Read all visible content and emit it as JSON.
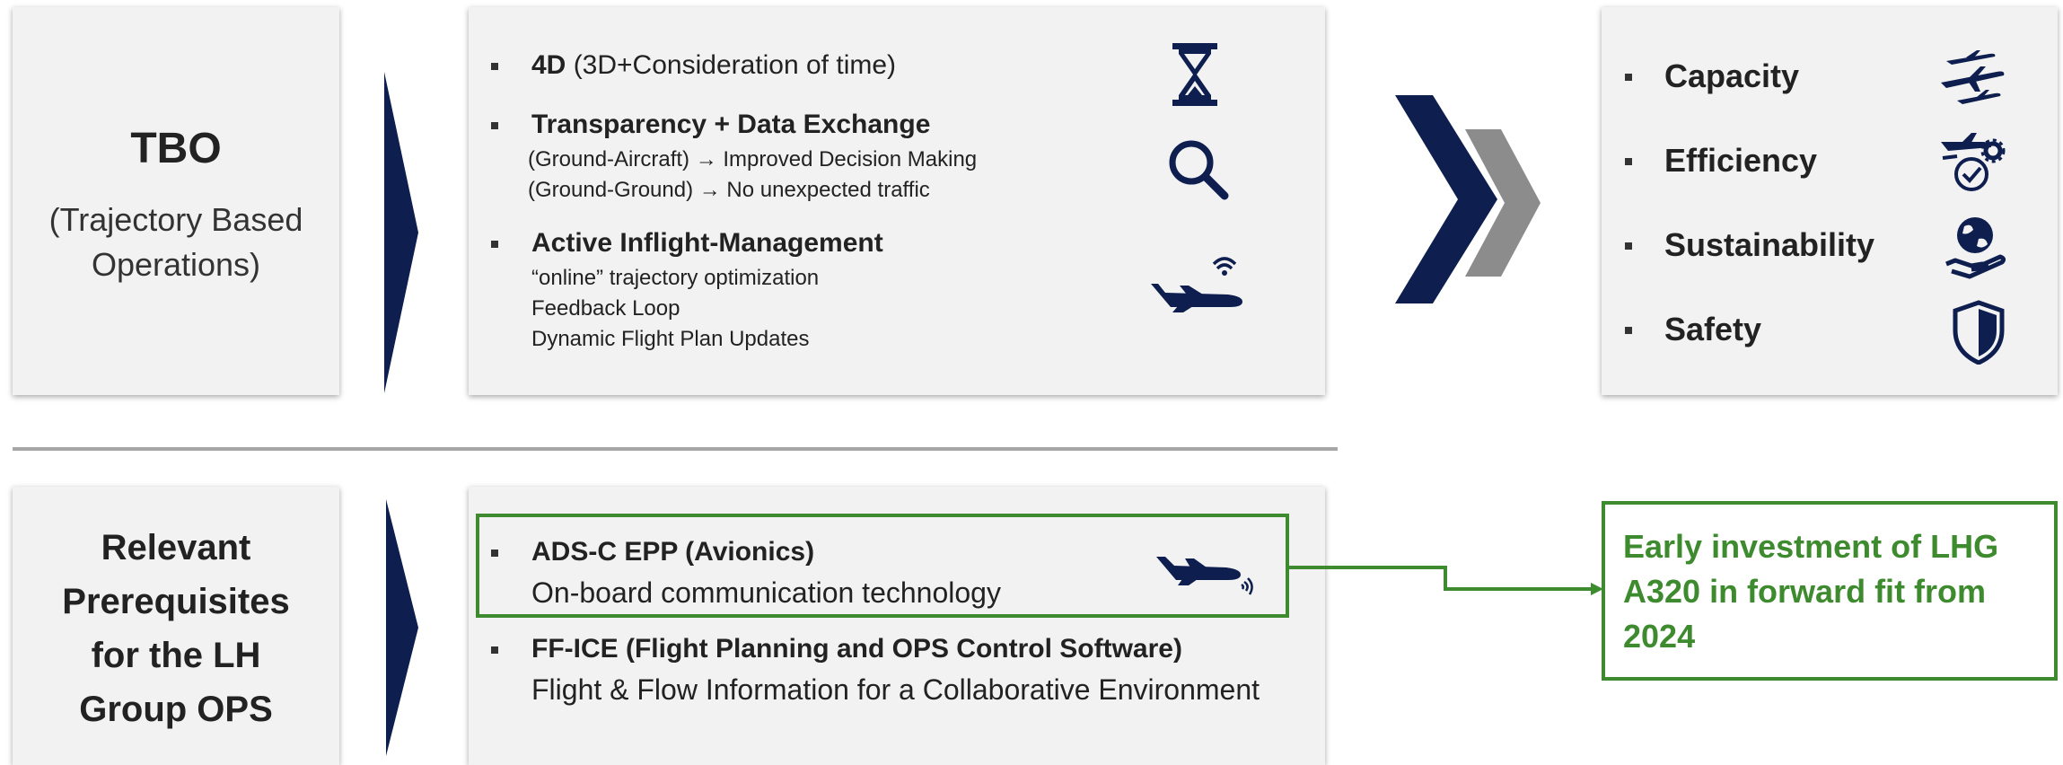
{
  "colors": {
    "navy": "#0d1e4f",
    "green": "#3e8a2e",
    "grey_arrow": "#8c8c8c",
    "box_bg": "#f2f2f2"
  },
  "tbo": {
    "title": "TBO",
    "subtitle": "(Trajectory Based Operations)"
  },
  "tbo_features": [
    {
      "bold": "4D",
      "rest": " (3D+Consideration of time)",
      "lines": [],
      "icon": "hourglass-icon"
    },
    {
      "bold": "Transparency + Data Exchange",
      "rest": "",
      "lines": [
        "(Ground-Aircraft) → Improved Decision Making",
        "(Ground-Ground) → No unexpected traffic"
      ],
      "icon": "magnifier-icon"
    },
    {
      "bold": "Active Inflight-Management",
      "rest": "",
      "lines": [
        "“online” trajectory optimization",
        "Feedback Loop",
        "Dynamic Flight Plan Updates"
      ],
      "icon": "connected-plane-icon"
    }
  ],
  "benefits": [
    {
      "label": "Capacity",
      "icon": "planes-icon"
    },
    {
      "label": "Efficiency",
      "icon": "plane-gear-check-icon"
    },
    {
      "label": "Sustainability",
      "icon": "globe-hand-icon"
    },
    {
      "label": "Safety",
      "icon": "shield-icon"
    }
  ],
  "prereq": {
    "title_lines": [
      "Relevant",
      "Prerequisites",
      "for the LH",
      "Group OPS"
    ]
  },
  "prereq_items": [
    {
      "bold": "ADS-C EPP (Avionics)",
      "desc": "On-board communication technology",
      "icon": "plane-signal-icon"
    },
    {
      "bold": "FF-ICE (Flight Planning and OPS Control Software)",
      "desc": "Flight & Flow Information for a Collaborative Environment"
    }
  ],
  "callout": {
    "text": "Early investment of LHG A320 in forward fit from 2024"
  }
}
